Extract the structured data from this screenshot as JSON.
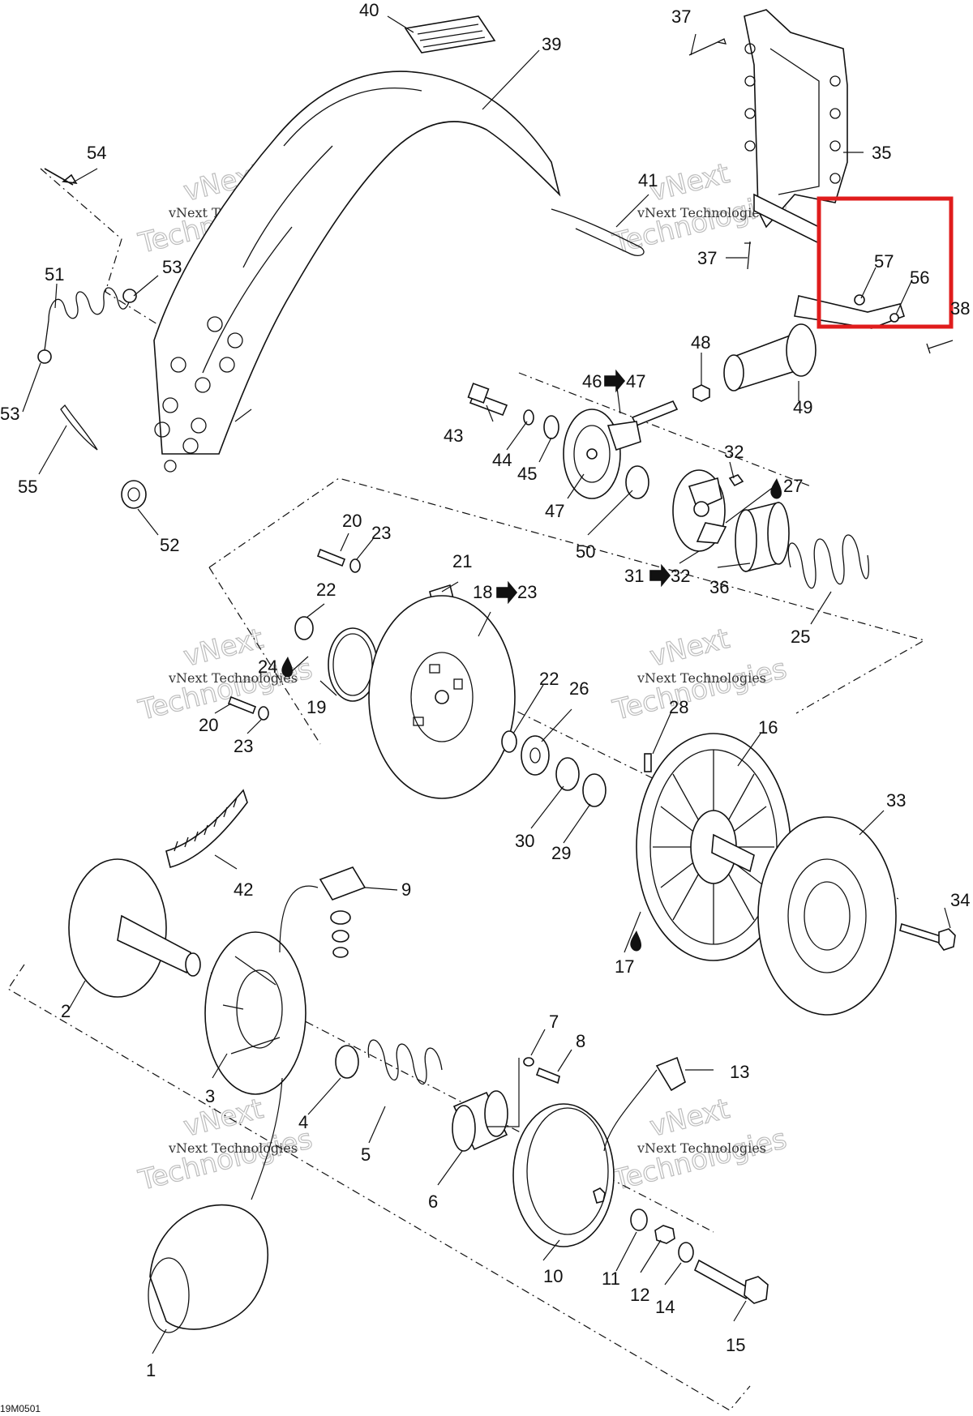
{
  "drawing_code": "19M0501",
  "watermark": {
    "line1": "vNext",
    "line2": "Technologies",
    "small": "vNext Technologies"
  },
  "callouts": {
    "c1": "1",
    "c2": "2",
    "c3": "3",
    "c4": "4",
    "c5": "5",
    "c6": "6",
    "c7": "7",
    "c8": "8",
    "c9": "9",
    "c10": "10",
    "c11": "11",
    "c12": "12",
    "c13": "13",
    "c14": "14",
    "c15": "15",
    "c16": "16",
    "c17": "17",
    "c18": "18",
    "c18to23": "23",
    "c19": "19",
    "c20a": "20",
    "c20b": "20",
    "c21": "21",
    "c22a": "22",
    "c22b": "22",
    "c23a": "23",
    "c23b": "23",
    "c24": "24",
    "c25": "25",
    "c26": "26",
    "c27": "27",
    "c28": "28",
    "c29": "29",
    "c30": "30",
    "c31": "31",
    "c31to32": "32",
    "c32": "32",
    "c33": "33",
    "c34": "34",
    "c35": "35",
    "c36": "36",
    "c37a": "37",
    "c37b": "37",
    "c38": "38",
    "c39": "39",
    "c40": "40",
    "c41": "41",
    "c42": "42",
    "c43": "43",
    "c44": "44",
    "c45": "45",
    "c46": "46",
    "c46to47": "47",
    "c47": "47",
    "c48": "48",
    "c49": "49",
    "c50": "50",
    "c51": "51",
    "c52": "52",
    "c53a": "53",
    "c53b": "53",
    "c54": "54",
    "c55": "55",
    "c56": "56",
    "c57": "57"
  },
  "highlight": {
    "color": "#e01c1c",
    "label": "57 / 56 hardware highlight"
  }
}
